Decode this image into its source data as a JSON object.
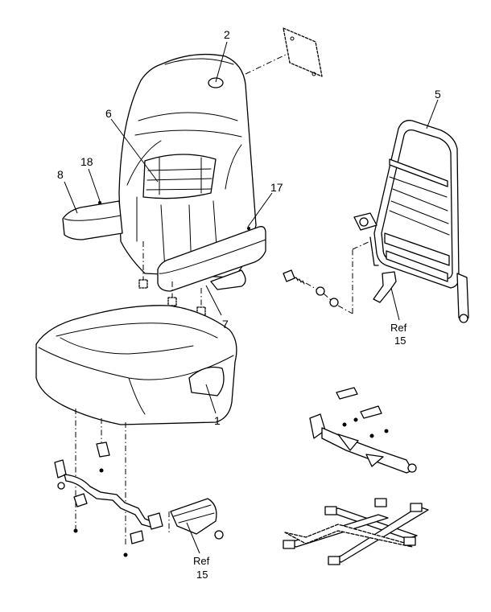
{
  "callouts": {
    "c1": "1",
    "c2": "2",
    "c5": "5",
    "c6": "6",
    "c7": "7",
    "c8": "8",
    "c17": "17",
    "c18": "18"
  },
  "references": {
    "ref_word": "Ref",
    "upper_ref_number": "15",
    "lower_ref_number": "15"
  }
}
